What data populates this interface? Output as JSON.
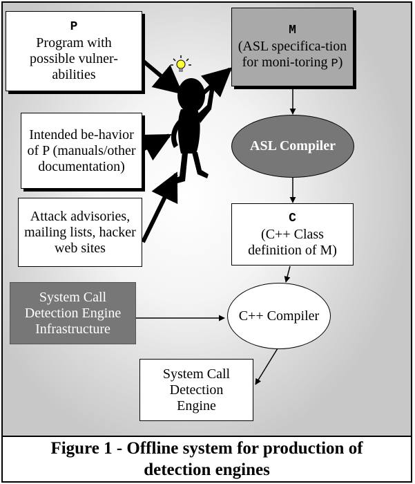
{
  "program_box": {
    "symbol": "P",
    "text": "Program with possible vulner-abilities"
  },
  "spec_box": {
    "symbol": "M",
    "text_before": "(ASL specifica-tion for moni-toring ",
    "symbol_inline": "P",
    "text_after": ")"
  },
  "behavior_box": {
    "text_before": "Intended be-havior of ",
    "symbol_inline": "P",
    "text_after": " (manuals/other documentation)"
  },
  "advisories_box": {
    "text": "Attack advisories, mailing lists, hacker web sites"
  },
  "asl_compiler": {
    "label": "ASL Compiler"
  },
  "class_box": {
    "symbol": "C",
    "text": "(C++ Class definition of M)"
  },
  "infra_box": {
    "text": "System Call Detection Engine Infrastructure"
  },
  "cpp_compiler": {
    "label": "C++ Compiler"
  },
  "engine_box": {
    "text": "System Call Detection Engine"
  },
  "caption": {
    "line1": "Figure 1 - Offline system for production of",
    "line2": "detection engines"
  },
  "colors": {
    "asl_compiler_fill": "#777777",
    "spec_fill": "#a9a9a9",
    "infra_fill": "#777777"
  },
  "icons": [
    "thinking-person-icon",
    "lightbulb-icon"
  ]
}
